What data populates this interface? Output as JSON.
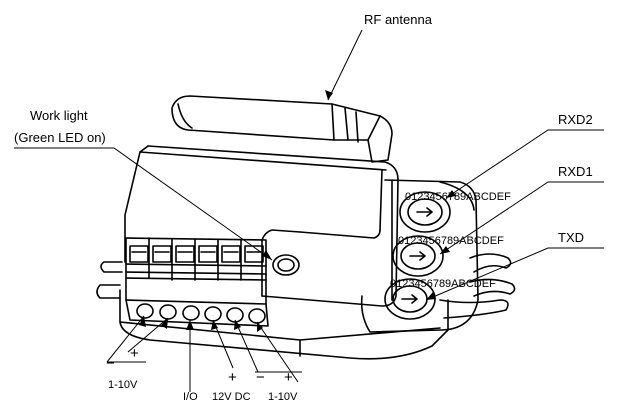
{
  "labels": {
    "rf_antenna": "RF antenna",
    "work_light_line1": "Work light",
    "work_light_line2": "(Green LED  on)",
    "rxd2": "RXD2",
    "rxd1": "RXD1",
    "txd": "TXD"
  },
  "terminals": {
    "pair1_minus": "−",
    "pair1_plus": "+",
    "pair1_label": "1-10V",
    "io_label": "I/O",
    "dc_plus": "+",
    "dc_label": "12V DC",
    "pair2_minus": "−",
    "pair2_plus": "+",
    "pair2_label": "1-10V"
  },
  "dial_text": "0123456789ABCDEF"
}
